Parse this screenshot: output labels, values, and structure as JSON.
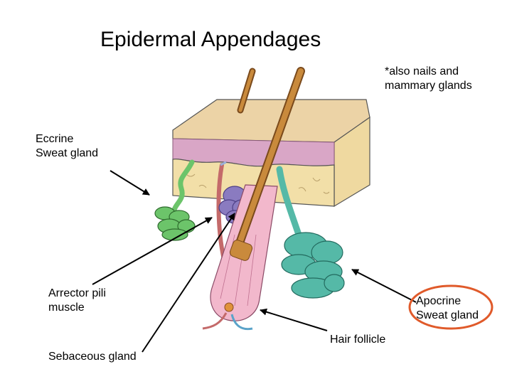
{
  "title": "Epidermal Appendages",
  "note": "*also nails and\nmammary glands",
  "labels": {
    "eccrine": "Eccrine\nSweat gland",
    "arrector": "Arrector pili\nmuscle",
    "sebaceous": "Sebaceous gland",
    "hair_follicle": "Hair follicle",
    "apocrine": "Apocrine\nSweat gland"
  },
  "colors": {
    "skin_top": "#ecd3a6",
    "epidermis": "#d9a6c6",
    "dermis": "#f2dfa8",
    "eccrine_gland": "#6cc46a",
    "apocrine_gland": "#55b9a7",
    "sebaceous_gland": "#8a7bc0",
    "hair_shaft": "#c98a3c",
    "follicle": "#f2b8cc",
    "muscle": "#c46a6a",
    "highlight_circle": "#e05a2a"
  }
}
